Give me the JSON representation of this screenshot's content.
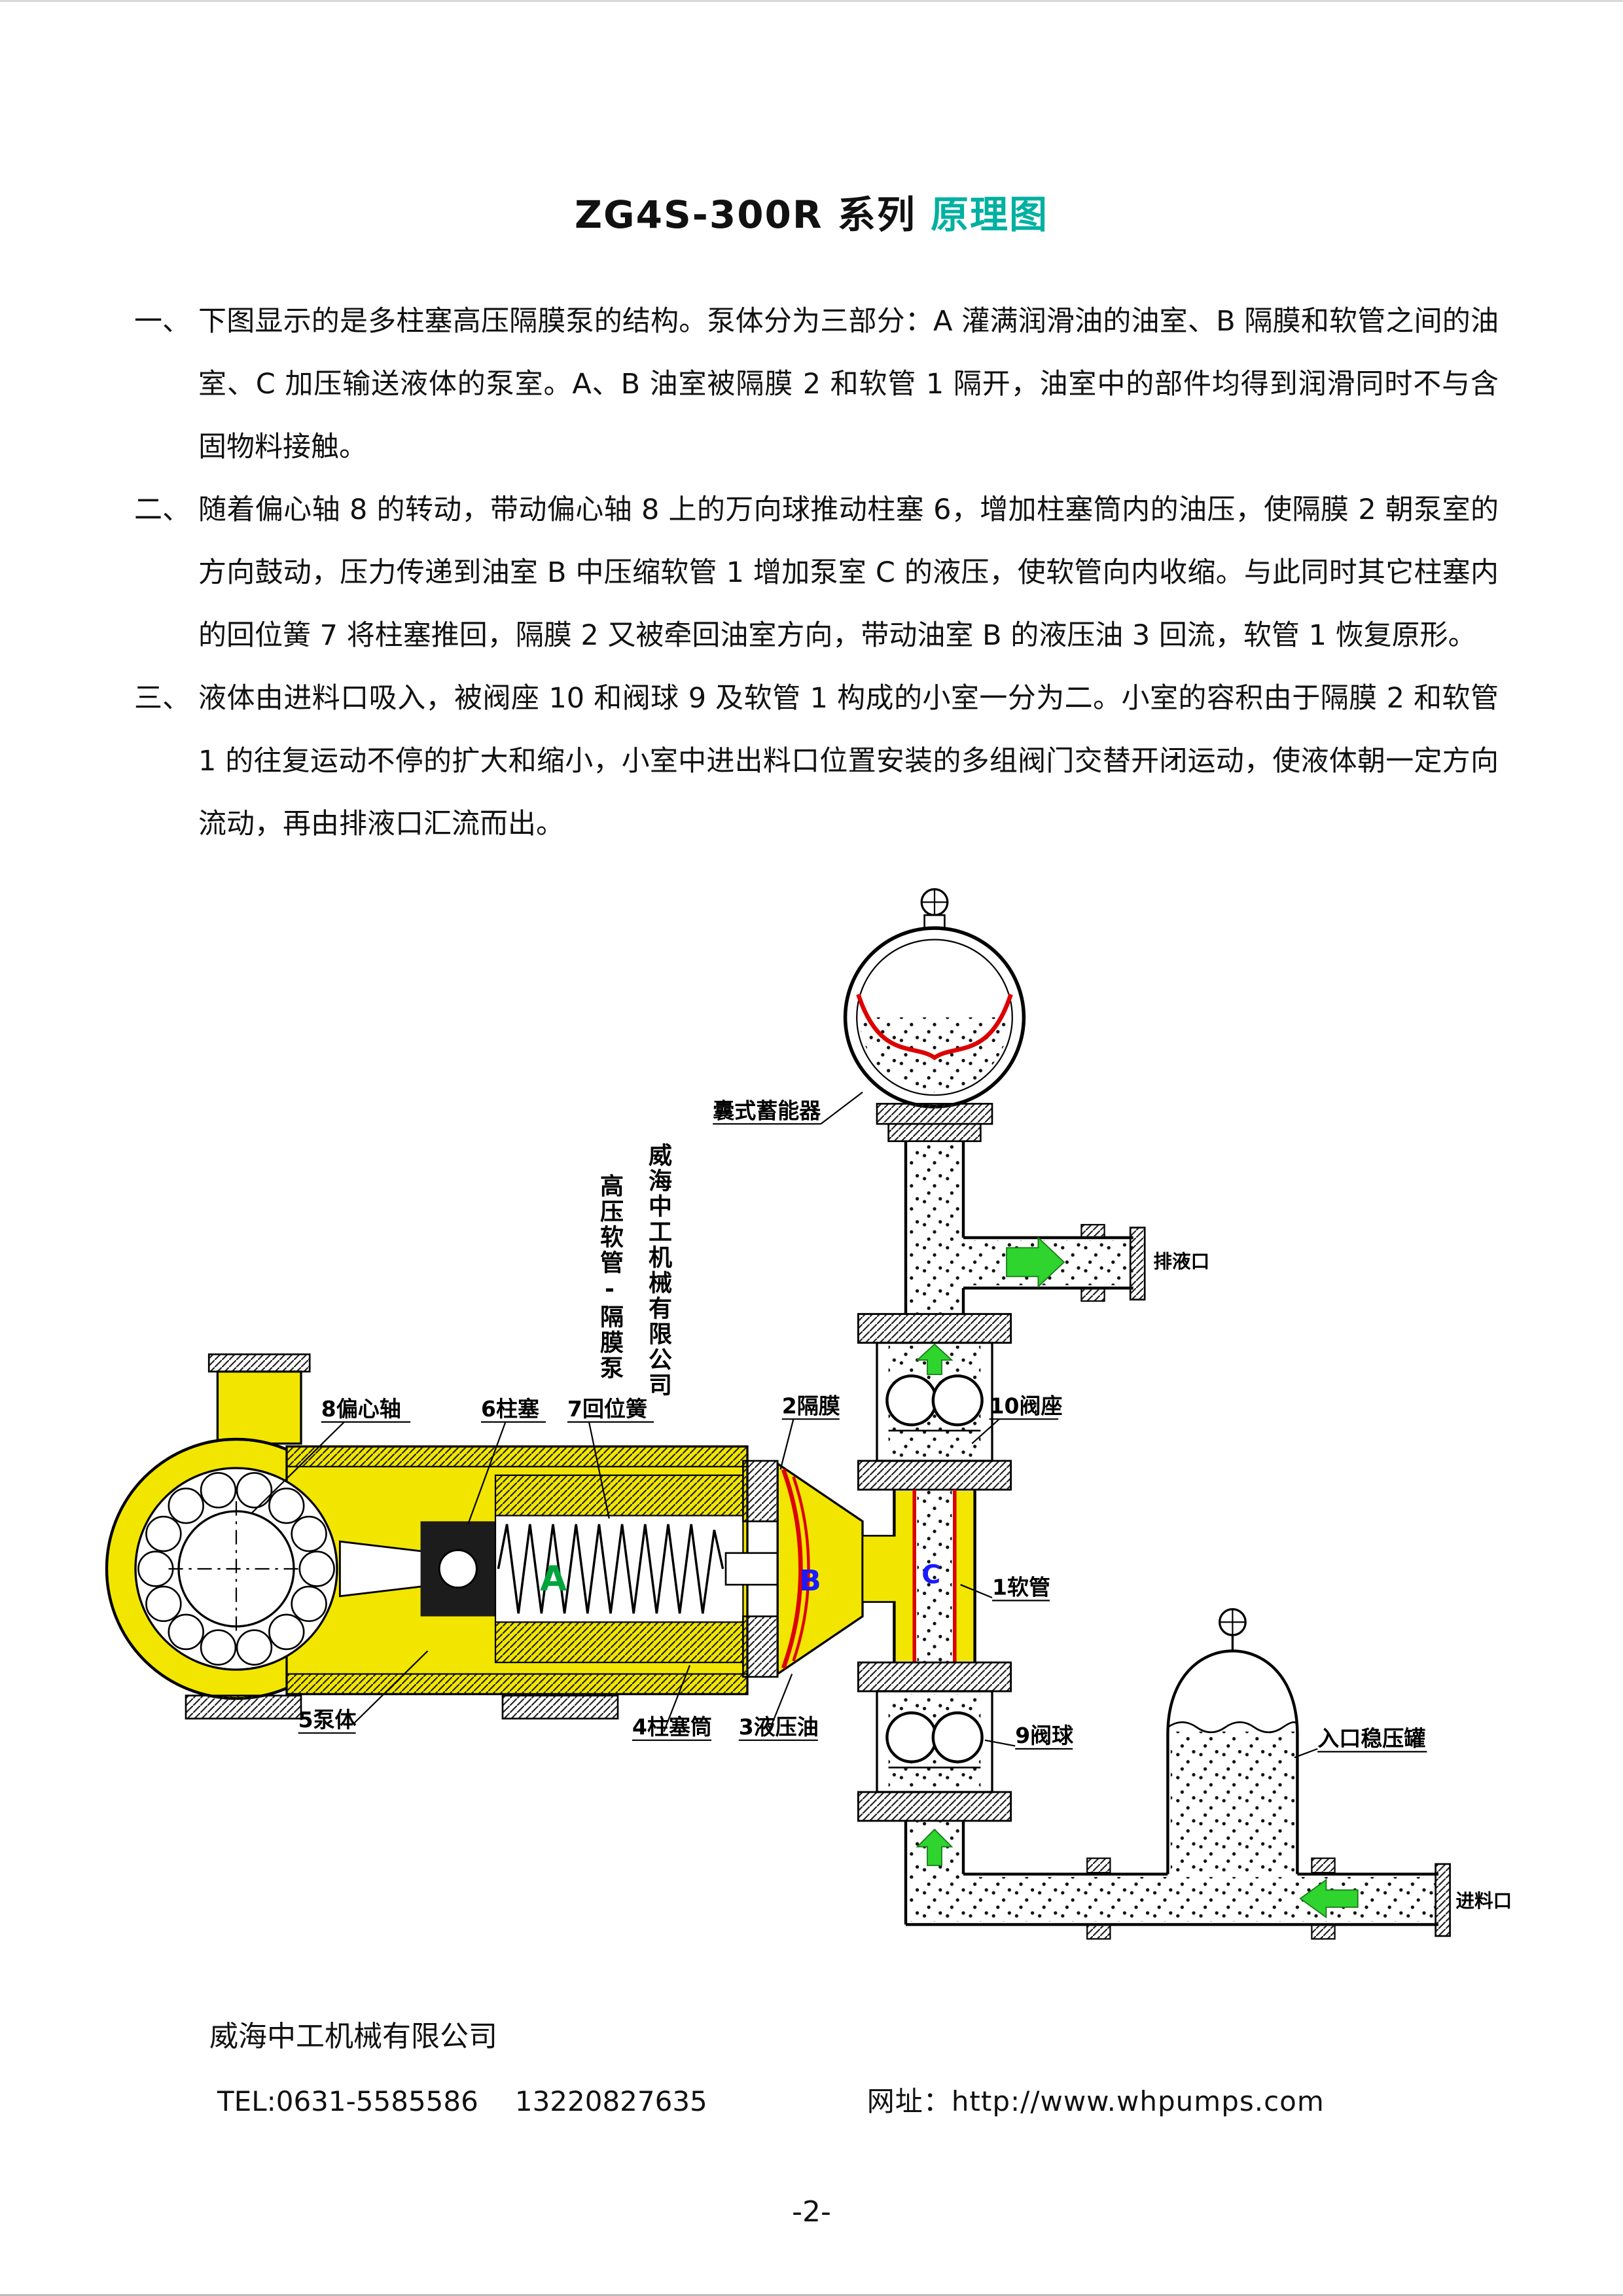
{
  "title": {
    "main": "ZG4S-300R 系列",
    "accent": "原理图",
    "accent_color": "#00b0a0"
  },
  "paragraphs": [
    {
      "marker": "一、",
      "text": "下图显示的是多柱塞高压隔膜泵的结构。泵体分为三部分：A 灌满润滑油的油室、B 隔膜和软管之间的油室、C 加压输送液体的泵室。A、B 油室被隔膜 2 和软管 1 隔开，油室中的部件均得到润滑同时不与含固物料接触。"
    },
    {
      "marker": "二、",
      "text": "随着偏心轴 8 的转动，带动偏心轴 8 上的万向球推动柱塞 6，增加柱塞筒内的油压，使隔膜 2 朝泵室的方向鼓动，压力传递到油室 B 中压缩软管 1 增加泵室 C 的液压，使软管向内收缩。与此同时其它柱塞内的回位簧 7 将柱塞推回，隔膜 2 又被牵回油室方向，带动油室 B 的液压油 3 回流，软管 1 恢复原形。"
    },
    {
      "marker": "三、",
      "text": "液体由进料口吸入，被阀座 10 和阀球 9 及软管 1 构成的小室一分为二。小室的容积由于隔膜 2 和软管 1 的往复运动不停的扩大和缩小，小室中进出料口位置安装的多组阀门交替开闭运动，使液体朝一定方向流动，再由排液口汇流而出。"
    }
  ],
  "diagram": {
    "vertical_text": {
      "company": "威海中工机械有限公司",
      "product": "高压软管-隔膜泵"
    },
    "labels": {
      "accumulator": "囊式蓄能器",
      "discharge_port": "排液口",
      "part_8": "8偏心轴",
      "part_6": "6柱塞",
      "part_7": "7回位簧",
      "part_2": "2隔膜",
      "part_10": "10阀座",
      "part_1": "1软管",
      "part_9": "9阀球",
      "part_5": "5泵体",
      "part_4": "4柱塞筒",
      "part_3": "3液压油",
      "chamber_a": "A",
      "chamber_b": "B",
      "chamber_c": "C",
      "inlet_tank": "入口稳压罐",
      "inlet_port": "进料口"
    },
    "colors": {
      "oil_yellow": "#f2e600",
      "diaphragm_red": "#dd0000",
      "flow_green": "#2fd42f",
      "chamber_blue": "#1a1aff",
      "chamber_green": "#00a33c"
    }
  },
  "footer": {
    "company": "威海中工机械有限公司",
    "tel": "TEL:0631-5585586",
    "mobile": "13220827635",
    "website_label": "网址：",
    "website_url": "http://www.whpumps.com",
    "page_number": "-2-"
  }
}
